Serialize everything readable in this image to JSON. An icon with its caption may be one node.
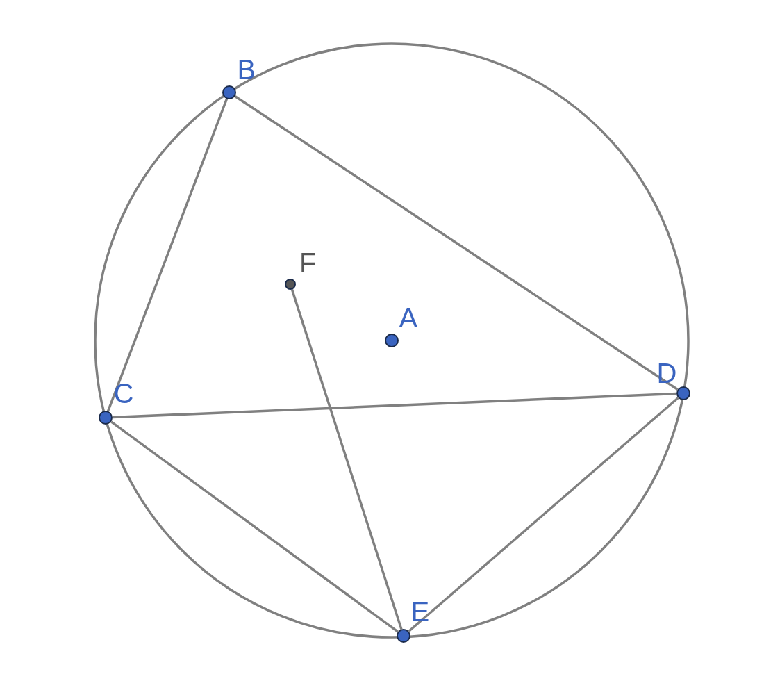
{
  "diagram": {
    "nodes": [
      {
        "text": [],
        "shape": "circle",
        "beside": [
          "B"
        ]
      },
      {
        "text": [],
        "shape": "circle",
        "beside": [
          "F"
        ]
      },
      {
        "text": [],
        "shape": "circle",
        "beside": [
          "A"
        ]
      },
      {
        "text": [],
        "shape": "circle",
        "beside": [
          "D"
        ]
      },
      {
        "text": [],
        "shape": "circle",
        "beside": [
          "C"
        ]
      },
      {
        "text": [],
        "shape": "circle",
        "beside": [
          "E"
        ]
      }
    ],
    "edges": [
      {
        "from": 0,
        "to": 4,
        "arrow": "none"
      },
      {
        "from": 0,
        "to": 3,
        "arrow": "none"
      },
      {
        "from": 4,
        "to": 3,
        "arrow": "none"
      },
      {
        "from": 4,
        "to": 5,
        "arrow": "none"
      },
      {
        "from": 3,
        "to": 5,
        "arrow": "none"
      },
      {
        "from": 1,
        "to": 5,
        "arrow": "none"
      }
    ]
  }
}
